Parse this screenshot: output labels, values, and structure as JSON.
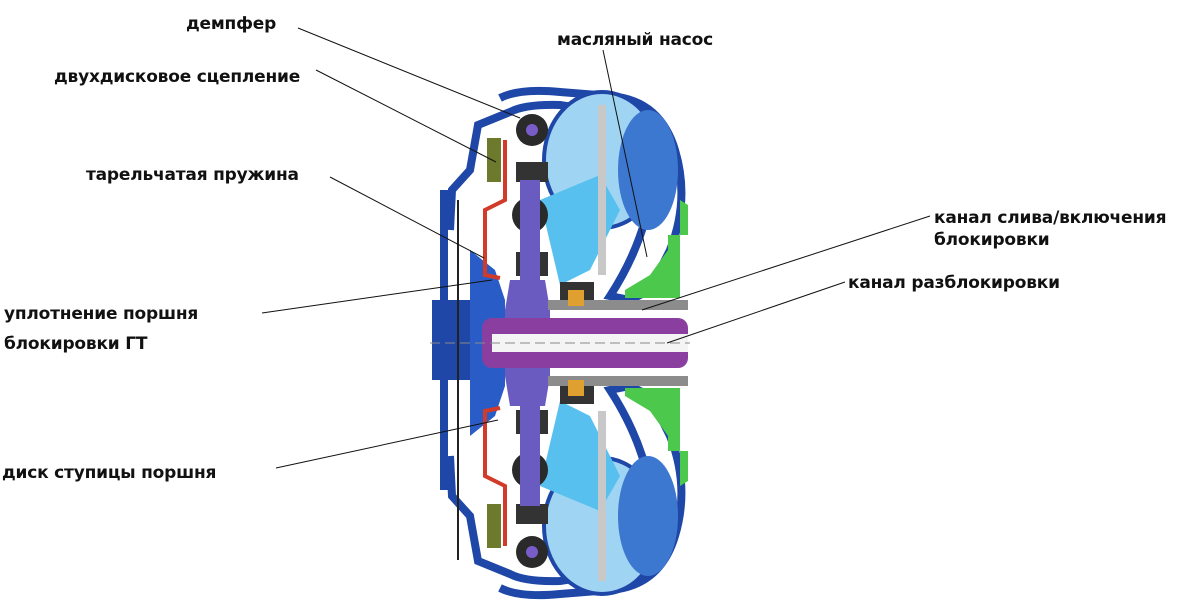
{
  "title": "Гидротрансформатор с блокировкой — разрез",
  "labels": {
    "damper": "демпфер",
    "twin_disc_clutch": "двухдисковое сцепление",
    "disc_spring": "тарельчатая пружина",
    "piston_seal_line1": "уплотнение поршня",
    "piston_seal_line2": "блокировки ГТ",
    "piston_hub_disc": "диск ступицы поршня",
    "oil_pump": "масляный насос",
    "drain_engage_channel_line1": "канал слива/включения",
    "drain_engage_channel_line2": "блокировки",
    "unlock_channel": "канал разблокировки"
  },
  "colors": {
    "housing_dark_blue": "#1f47a8",
    "turbine_light_blue": "#58c0ee",
    "torus_fill": "#9fd4f2",
    "shaft_purple": "#8a3fa0",
    "hub_violet": "#6a5bc0",
    "pump_green": "#4cc94c",
    "spring_red": "#d23a2a",
    "clutch_olive": "#6d7a2e",
    "damper_black": "#2a2a2a",
    "bearing_orange": "#e0a030"
  }
}
